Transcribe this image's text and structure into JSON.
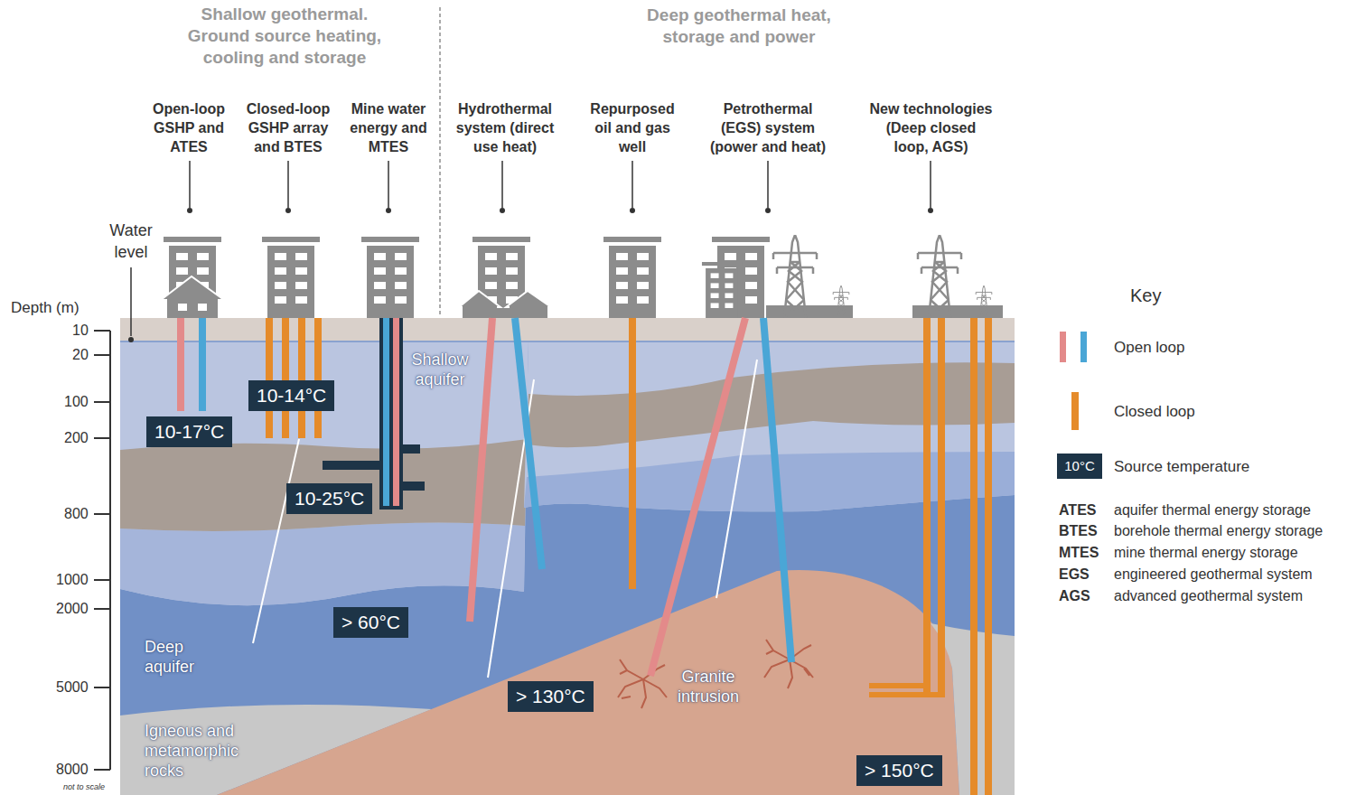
{
  "diagram": {
    "nodes": [
      {
        "text": [
          "10-14°C"
        ]
      },
      {
        "text": [
          "10-17°C"
        ]
      },
      {
        "text": [
          "10-25°C"
        ]
      },
      {
        "text": [
          "> 60°C"
        ]
      },
      {
        "text": [
          "> 130°C"
        ]
      },
      {
        "text": [
          "> 150°C"
        ]
      }
    ],
    "labels": [
      "Shallow geothermal. Ground source heating, cooling and storage",
      "Deep geothermal heat, storage and power",
      "Open-loop GSHP and ATES",
      "Closed-loop GSHP array and BTES",
      "Mine water energy and MTES",
      "Hydrothermal system (direct use heat)",
      "Repurposed oil and gas well",
      "Petrothermal (EGS) system (power and heat)",
      "New technologies (Deep closed loop, AGS)",
      "Water level",
      "Depth (m)",
      "10",
      "20",
      "100",
      "200",
      "800",
      "1000",
      "2000",
      "5000",
      "8000",
      "not to scale",
      "Shallow aquifer",
      "Deep aquifer",
      "Granite intrusion",
      "Igneous and metamorphic rocks",
      "Key",
      "10°C",
      "ATES",
      "aquifer thermal energy storage",
      "BTES",
      "borehole thermal energy storage",
      "MTES",
      "mine thermal energy storage",
      "EGS",
      "engineered geothermal system",
      "AGS",
      "advanced geothermal system"
    ],
    "legend": [
      {
        "text": "Open loop"
      },
      {
        "text": "Closed loop",
        "color": "#e58b2a"
      },
      {
        "text": "Source temperature",
        "color": "#1d3447"
      }
    ]
  }
}
